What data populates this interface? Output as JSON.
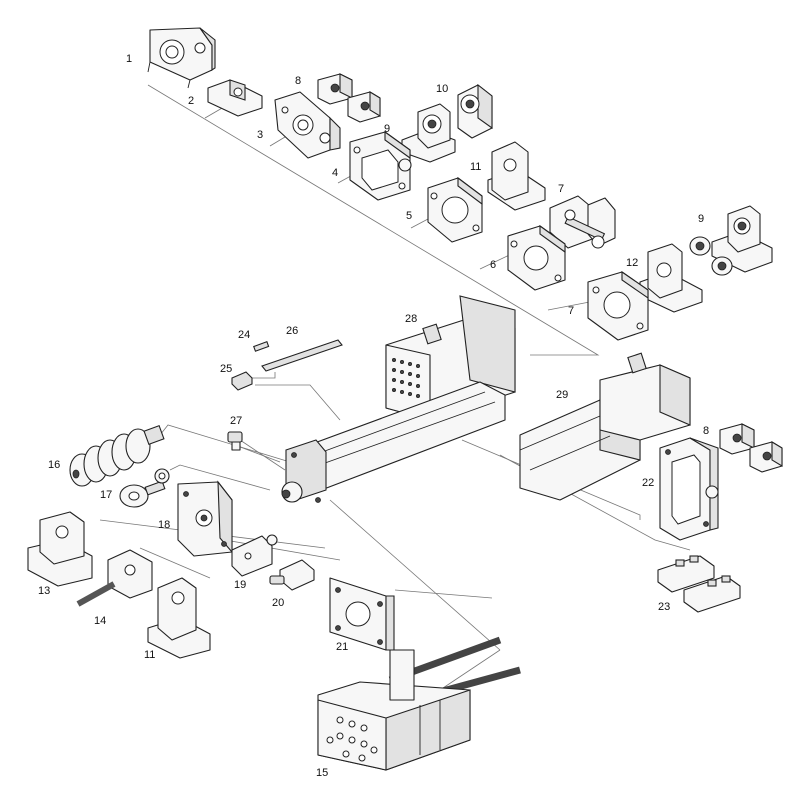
{
  "callouts": {
    "c1": "1",
    "c2": "2",
    "c3": "3",
    "c4": "4",
    "c5": "5",
    "c6": "6",
    "c7a": "7",
    "c7b": "7",
    "c8a": "8",
    "c8b": "8",
    "c9a": "9",
    "c9b": "9",
    "c10": "10",
    "c11a": "11",
    "c11b": "11",
    "c12": "12",
    "c13": "13",
    "c14": "14",
    "c15": "15",
    "c16": "16",
    "c17": "17",
    "c18": "18",
    "c19": "19",
    "c20": "20",
    "c21": "21",
    "c22": "22",
    "c23": "23",
    "c24": "24",
    "c25": "25",
    "c26": "26",
    "c27": "27",
    "c28": "28",
    "c29": "29"
  }
}
